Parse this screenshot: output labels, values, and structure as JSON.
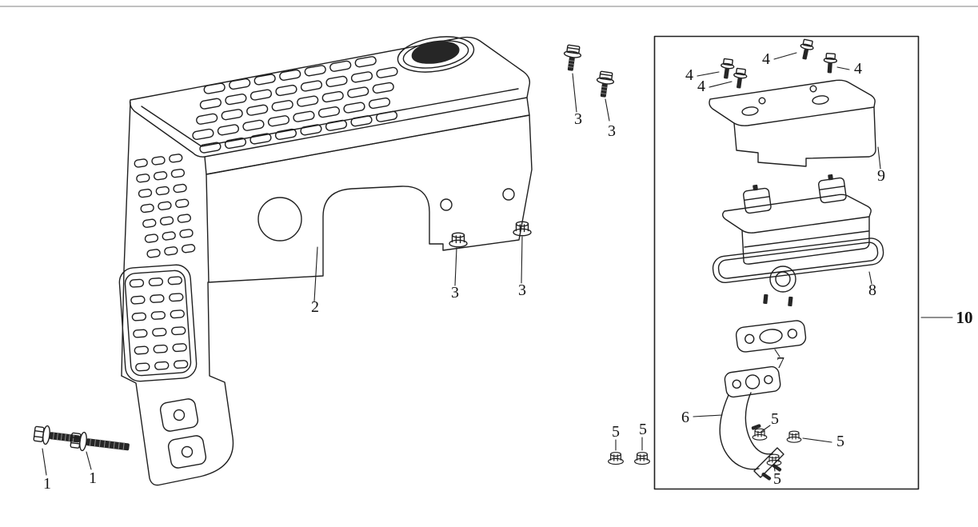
{
  "figure": {
    "kind": "exploded-parts-diagram",
    "background": "#ffffff",
    "line_color": "#1f1f1f",
    "dark_fill": "#262626"
  },
  "parts": [
    {
      "number": "1",
      "callout_count": 2
    },
    {
      "number": "2",
      "callout_count": 1
    },
    {
      "number": "3",
      "callout_count": 4
    },
    {
      "number": "4",
      "callout_count": 4
    },
    {
      "number": "5",
      "callout_count": 5
    },
    {
      "number": "6",
      "callout_count": 1
    },
    {
      "number": "7",
      "callout_count": 1
    },
    {
      "number": "8",
      "callout_count": 1
    },
    {
      "number": "9",
      "callout_count": 1
    },
    {
      "number": "10",
      "callout_count": 1
    }
  ],
  "callouts": {
    "p1a": "1",
    "p1b": "1",
    "p2": "2",
    "p3a": "3",
    "p3b": "3",
    "p3c": "3",
    "p3d": "3",
    "p4a": "4",
    "p4b": "4",
    "p4c": "4",
    "p4d": "4",
    "p5a": "5",
    "p5b": "5",
    "p5c": "5",
    "p5d": "5",
    "p5e": "5",
    "p6": "6",
    "p7": "7",
    "p8": "8",
    "p9": "9",
    "p10": "10"
  }
}
